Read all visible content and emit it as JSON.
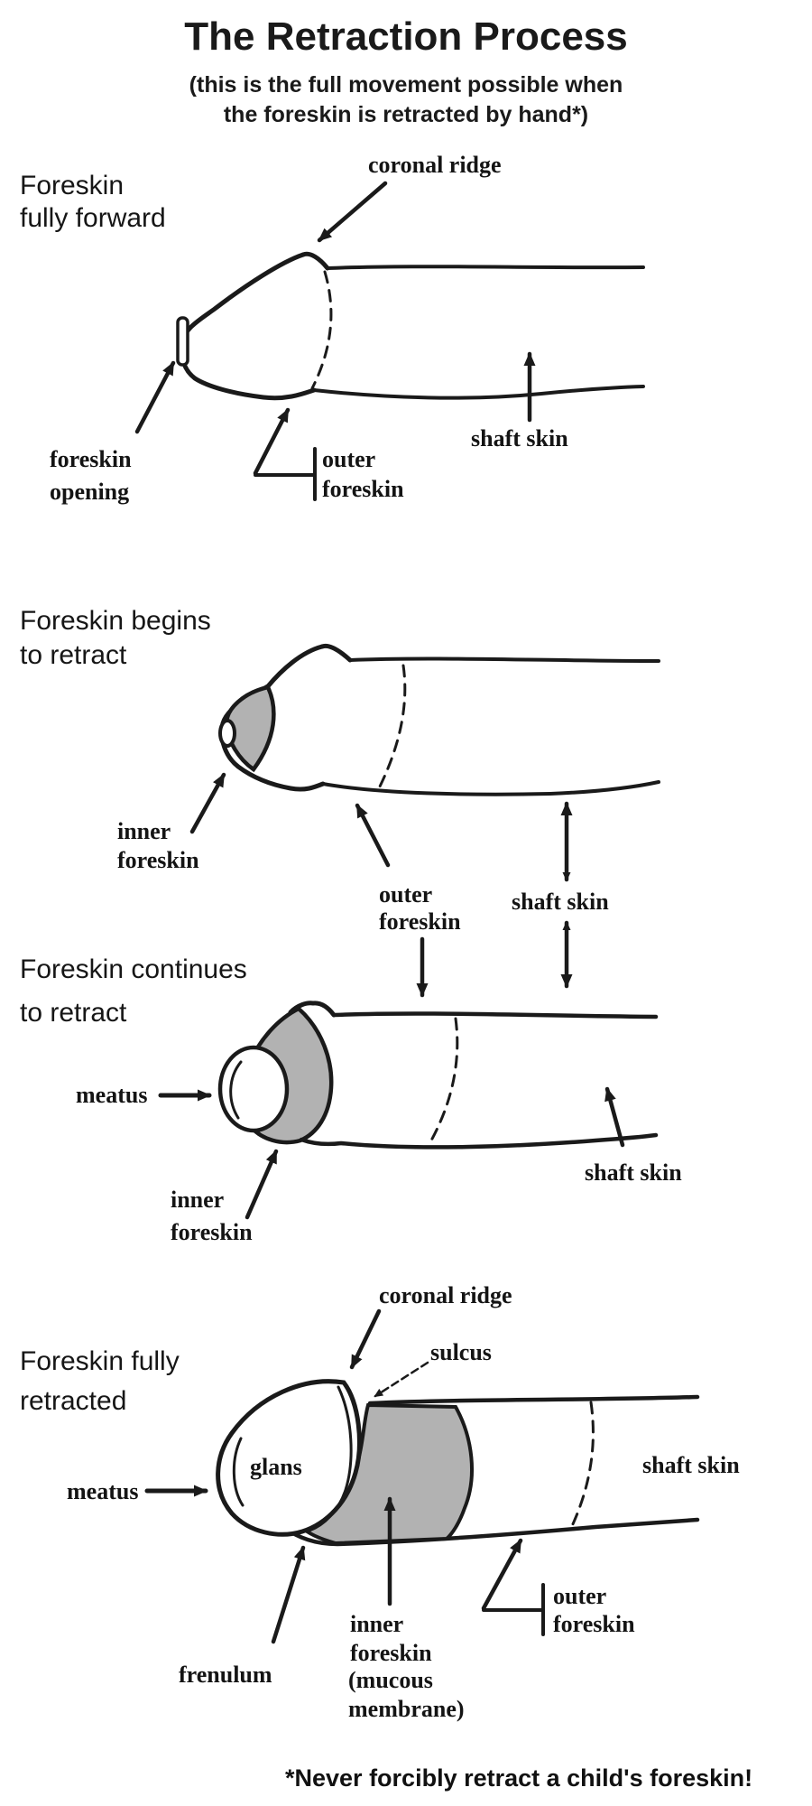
{
  "page": {
    "title": "The Retraction Process",
    "subtitle1": "(this is the full movement possible when",
    "subtitle2": "the foreskin is retracted by hand*)",
    "footnote": "*Never forcibly retract a child's foreskin!"
  },
  "colors": {
    "ink": "#1a1a1a",
    "inner_foreskin_fill": "#b2b2b2",
    "paper": "#ffffff"
  },
  "stage1": {
    "heading1": "Foreskin",
    "heading2": "fully forward",
    "coronal_ridge": "coronal ridge",
    "opening1": "foreskin",
    "opening2": "opening",
    "outer1": "outer",
    "outer2": "foreskin",
    "shaft": "shaft skin"
  },
  "stage2": {
    "heading1": "Foreskin begins",
    "heading2": "to retract",
    "inner1": "inner",
    "inner2": "foreskin"
  },
  "between23": {
    "outer1": "outer",
    "outer2": "foreskin",
    "shaft": "shaft skin"
  },
  "stage3": {
    "heading1": "Foreskin continues",
    "heading2": "to retract",
    "meatus": "meatus",
    "inner1": "inner",
    "inner2": "foreskin",
    "shaft": "shaft skin"
  },
  "stage4": {
    "heading1": "Foreskin fully",
    "heading2": "retracted",
    "coronal_ridge": "coronal ridge",
    "sulcus": "sulcus",
    "glans": "glans",
    "meatus": "meatus",
    "shaft": "shaft skin",
    "frenulum": "frenulum",
    "inner1": "inner",
    "inner2": "foreskin",
    "inner3": "(mucous",
    "inner4": "membrane)",
    "outer1": "outer",
    "outer2": "foreskin"
  }
}
